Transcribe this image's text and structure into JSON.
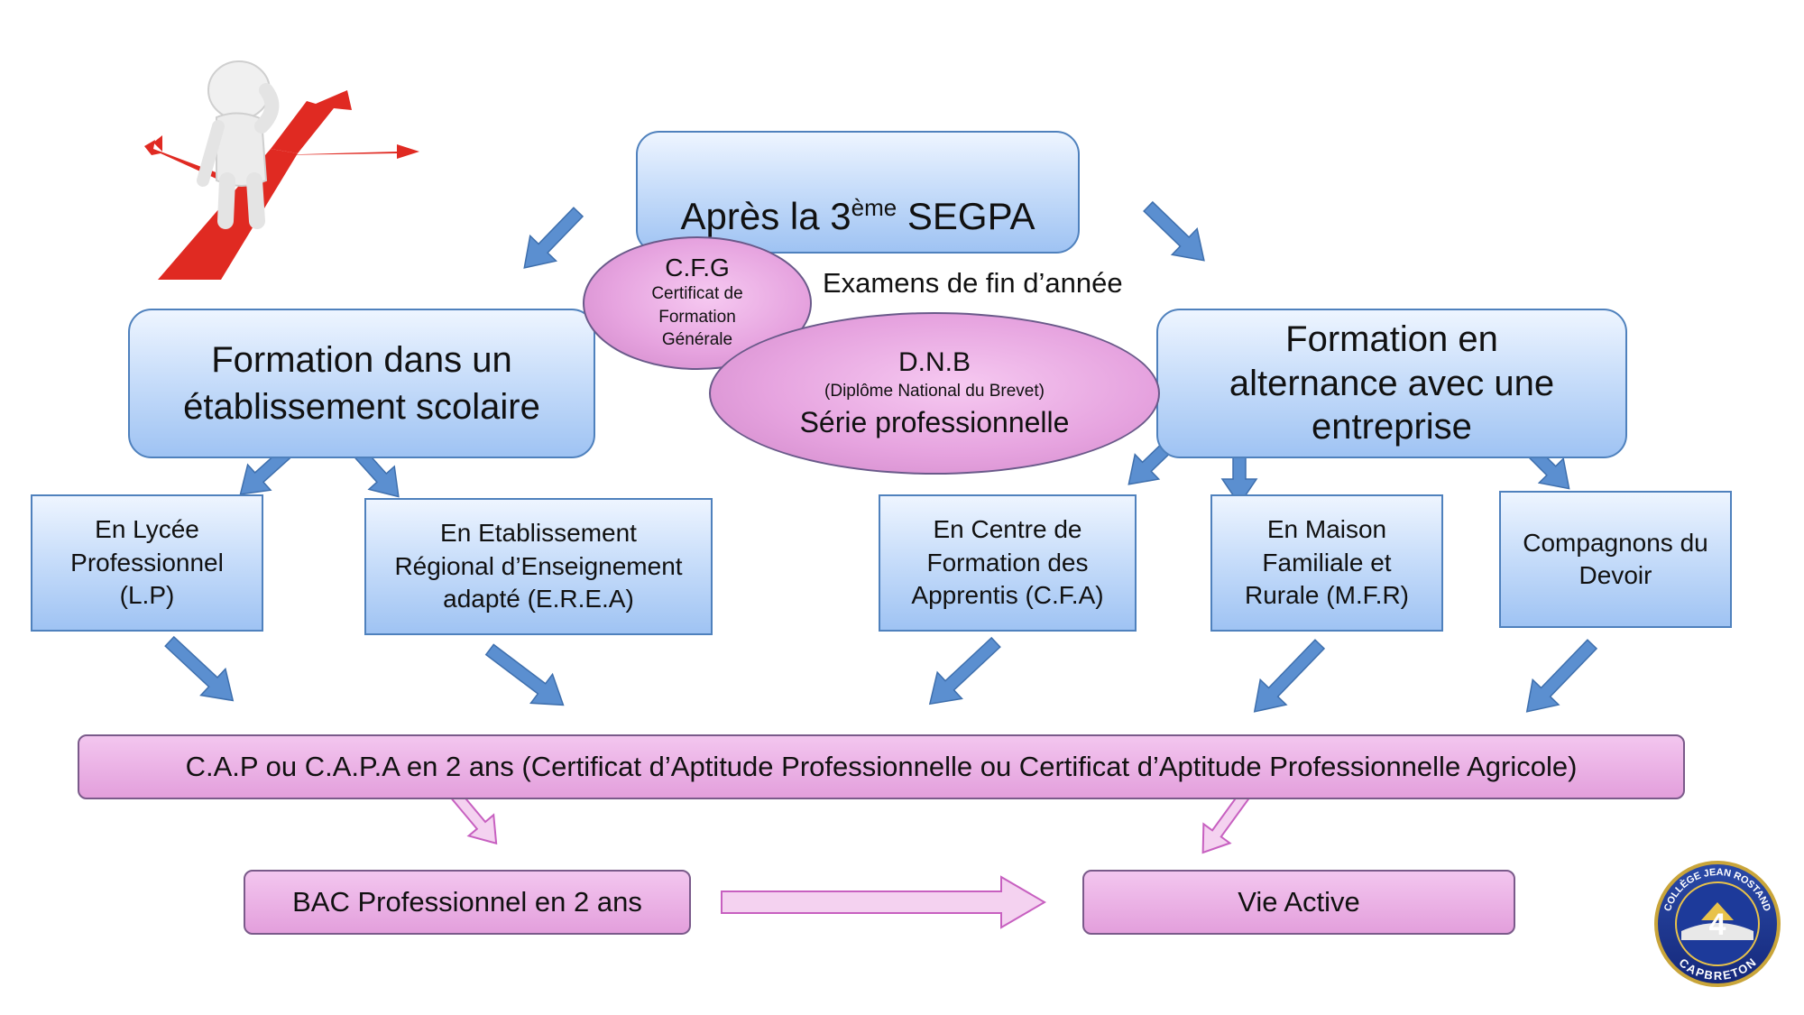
{
  "top": {
    "title_pre": "Après la 3",
    "title_sup": "ème",
    "title_post": " SEGPA"
  },
  "exams_label": "Examens de fin d’année",
  "cfg": {
    "abbr": "C.F.G",
    "full": "Certificat de\nFormation\nGénérale"
  },
  "dnb": {
    "abbr": "D.N.B",
    "full": "(Diplôme National du Brevet)",
    "serie": "Série professionnelle"
  },
  "left_branch": "Formation dans un\nétablissement scolaire",
  "right_branch": "Formation en\nalternance avec une\nentreprise",
  "options": [
    {
      "label": "En Lycée\nProfessionnel\n(L.P)"
    },
    {
      "label": "En Etablissement\nRégional d’Enseignement\nadapté  (E.R.E.A)"
    },
    {
      "label": "En Centre de\nFormation des\nApprentis (C.F.A)"
    },
    {
      "label": "En Maison\nFamiliale et\nRurale (M.F.R)"
    },
    {
      "label": "Compagnons du\nDevoir"
    }
  ],
  "cap_bar": "C.A.P ou C.A.P.A en 2 ans (Certificat d’Aptitude Professionnelle ou Certificat d’Aptitude Professionnelle Agricole)",
  "bac": "BAC Professionnel en 2 ans",
  "vie_active": "Vie Active",
  "logo": {
    "top_text": "COLLÈGE JEAN ROSTAND",
    "bottom_text": "CAPBRETON",
    "center": "4"
  },
  "colors": {
    "blue_arrow": "#5b8fd0",
    "pink_arrow": "#e7a6e2",
    "box_border": "#4f81bd"
  }
}
